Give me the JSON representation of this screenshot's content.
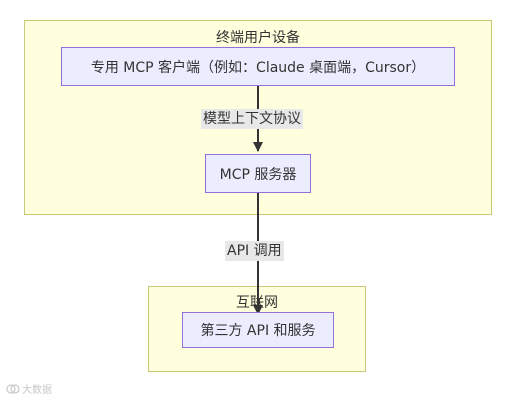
{
  "diagram": {
    "clusters": {
      "device": {
        "label": "终端用户设备"
      },
      "internet": {
        "label": "互联网"
      }
    },
    "nodes": {
      "client": {
        "label": "专用 MCP 客户端（例如：Claude 桌面端，Cursor）"
      },
      "server": {
        "label": "MCP 服务器"
      },
      "services": {
        "label": "第三方 API 和服务"
      }
    },
    "edges": {
      "protocol": {
        "label": "模型上下文协议"
      },
      "api": {
        "label": "API 调用"
      }
    }
  },
  "watermark": {
    "text": "大数据"
  },
  "colors": {
    "cluster_fill": "#ffffde",
    "cluster_border": "#c9c97a",
    "node_fill": "#ececff",
    "node_border": "#9370db",
    "edge": "#333333",
    "edge_label_bg": "#e8e8e8"
  }
}
